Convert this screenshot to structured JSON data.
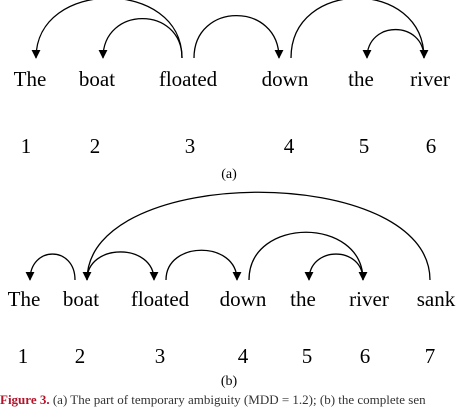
{
  "panel_a": {
    "words": [
      "The",
      "boat",
      "floated",
      "down",
      "the",
      "river"
    ],
    "numbers": [
      "1",
      "2",
      "3",
      "4",
      "5",
      "6"
    ],
    "label": "(a)",
    "arcs": [
      {
        "from": 3,
        "to": 1
      },
      {
        "from": 3,
        "to": 2
      },
      {
        "from": 3,
        "to": 4
      },
      {
        "from": 4,
        "to": 6
      },
      {
        "from": 6,
        "to": 5
      }
    ]
  },
  "panel_b": {
    "words": [
      "The",
      "boat",
      "floated",
      "down",
      "the",
      "river",
      "sank"
    ],
    "numbers": [
      "1",
      "2",
      "3",
      "4",
      "5",
      "6",
      "7"
    ],
    "label": "(b)",
    "arcs": [
      {
        "from": 2,
        "to": 1
      },
      {
        "from": 2,
        "to": 3
      },
      {
        "from": 3,
        "to": 4
      },
      {
        "from": 4,
        "to": 6
      },
      {
        "from": 6,
        "to": 5
      },
      {
        "from": 7,
        "to": 2
      }
    ]
  },
  "caption": {
    "label": "Figure 3.",
    "text": " (a) The part of temporary ambiguity (MDD = 1.2); (b) the complete sen"
  }
}
